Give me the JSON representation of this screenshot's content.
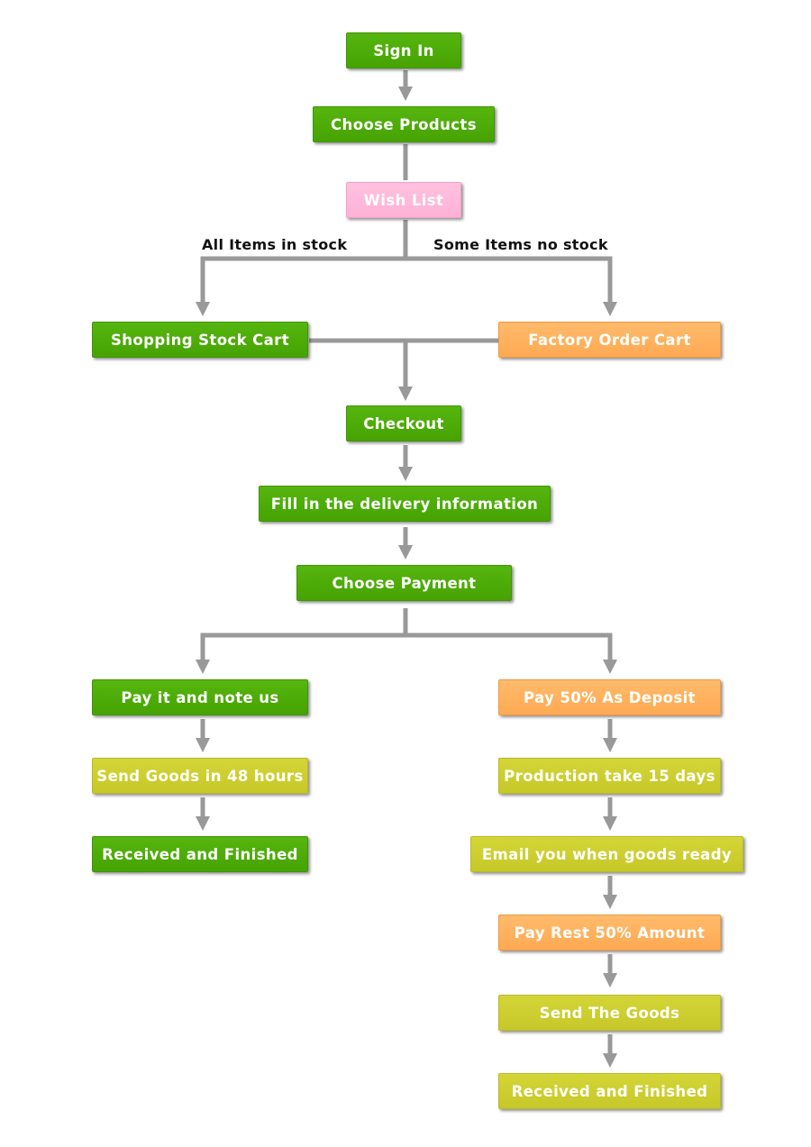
{
  "flow": {
    "sign_in": "Sign In",
    "choose_products": "Choose Products",
    "wish_list": "Wish List",
    "branch_in_stock": "All Items in stock",
    "branch_no_stock": "Some Items no stock",
    "shopping_stock_cart": "Shopping Stock Cart",
    "factory_order_cart": "Factory Order Cart",
    "checkout": "Checkout",
    "fill_delivery": "Fill in the delivery information",
    "choose_payment": "Choose Payment",
    "left_path": {
      "pay_and_note": "Pay it and note us",
      "send_goods_48": "Send Goods in 48 hours",
      "received_finished": "Received and Finished"
    },
    "right_path": {
      "pay_deposit": "Pay 50% As Deposit",
      "production": "Production take 15 days",
      "email_ready": "Email you when goods ready",
      "pay_rest": "Pay Rest 50% Amount",
      "send_goods": "Send The Goods",
      "received_finished": "Received and Finished"
    }
  },
  "colors": {
    "green": "#4aa806",
    "orange": "#ffaf5c",
    "olive": "#cacd2e",
    "pink": "#ffb8d9",
    "connector": "#999999"
  }
}
